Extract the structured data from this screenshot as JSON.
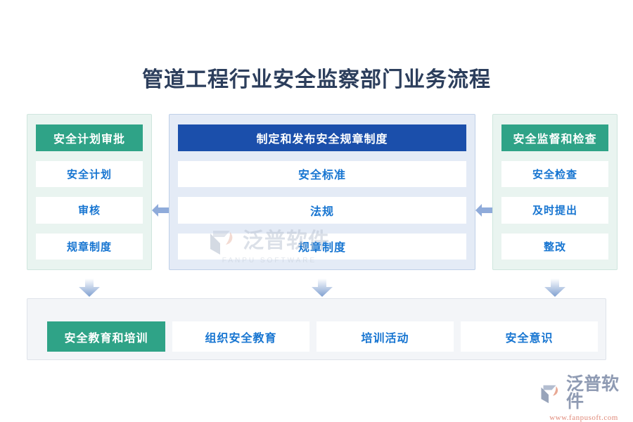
{
  "page": {
    "title": "管道工程行业安全监察部门业务流程",
    "background": "#ffffff"
  },
  "colors": {
    "title_text": "#2c3e5c",
    "green_header": "#2fa387",
    "green_panel_bg": "#e9f4f0",
    "blue_header": "#1b4fab",
    "blue_panel_bg": "#e4ebf6",
    "item_text": "#1775d1",
    "arrow": "#8fabda",
    "bottom_band_bg": "#f3f5f8"
  },
  "columns": [
    {
      "key": "plan_approval",
      "header": "安全计划审批",
      "header_style": "green",
      "panel_style": "green",
      "items": [
        "安全计划",
        "审核",
        "规章制度"
      ]
    },
    {
      "key": "rules_publication",
      "header": "制定和发布安全规章制度",
      "header_style": "blue",
      "panel_style": "blue",
      "items": [
        "安全标准",
        "法规",
        "规章制度"
      ]
    },
    {
      "key": "supervision_inspection",
      "header": "安全监督和检查",
      "header_style": "green",
      "panel_style": "green",
      "items": [
        "安全检查",
        "及时提出",
        "整改"
      ]
    }
  ],
  "connectors": {
    "horizontal_icon": "double-arrow-horizontal-icon",
    "vertical_icon": "arrow-down-icon",
    "count_horizontal": 2,
    "count_vertical": 3
  },
  "bottom": {
    "lead": "安全教育和培训",
    "items": [
      "组织安全教育",
      "培训活动",
      "安全意识"
    ]
  },
  "watermark": {
    "text": "泛普软件",
    "subtext": "FANPU SOFTWARE"
  },
  "logo": {
    "text": "泛普软件",
    "url": "www.fanpusoft.com"
  }
}
